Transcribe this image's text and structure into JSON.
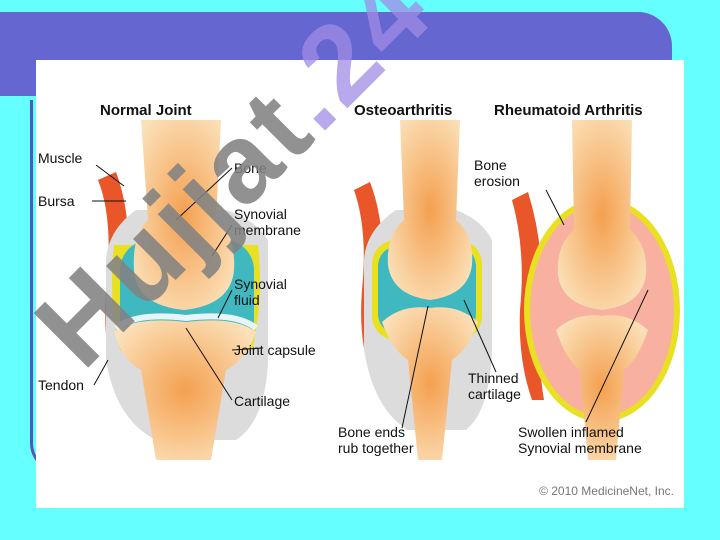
{
  "diagram": {
    "headings": {
      "normal": "Normal Joint",
      "osteo": "Osteoarthritis",
      "rheum": "Rheumatoid Arthritis"
    },
    "labels": {
      "muscle": "Muscle",
      "bursa": "Bursa",
      "tendon": "Tendon",
      "bone": "Bone",
      "synovial_membrane": "Synovial\nmembrane",
      "synovial_fluid": "Synovial\nfluid",
      "joint_capsule": "Joint capsule",
      "cartilage": "Cartilage",
      "bone_ends": "Bone ends\nrub together",
      "thinned_cartilage": "Thinned\ncartilage",
      "bone_erosion": "Bone\nerosion",
      "swollen_membrane": "Swollen inflamed\nSynovial membrane"
    },
    "copyright": "© 2010 MedicineNet, Inc."
  },
  "watermark": {
    "main": "Hujjat",
    "tail": ".24"
  },
  "colors": {
    "slide_background": "#66ffff",
    "banner": "#6666d0",
    "bone": "#f6c48a",
    "fluid": "#3fb8c0",
    "membrane": "#e8e020",
    "muscle": "#e8562a",
    "inflamed": "#f8b0a0"
  }
}
